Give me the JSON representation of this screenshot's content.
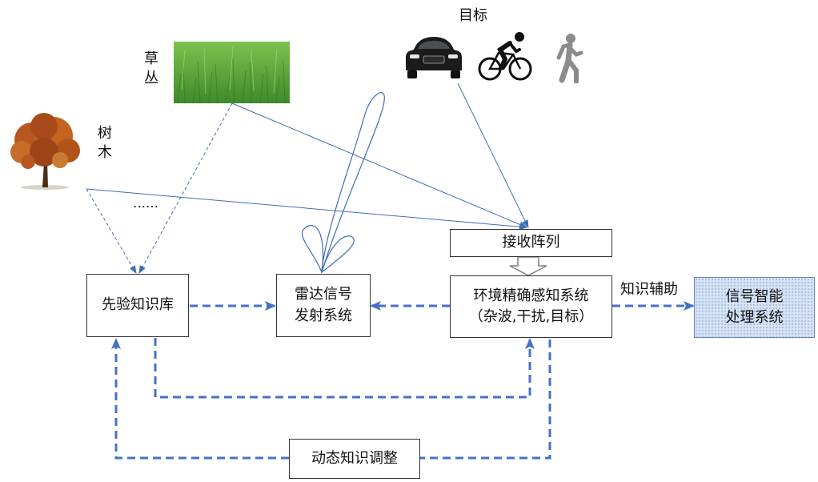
{
  "labels": {
    "grass": "草丛",
    "tree": "树木",
    "target": "目标",
    "ellipsis": "……",
    "knowledge_aid": "知识辅助"
  },
  "boxes": {
    "prior_kb": "先验知识库",
    "radar_tx_line1": "雷达信号",
    "radar_tx_line2": "发射系统",
    "rx_array": "接收阵列",
    "env_line1": "环境精确感知系统",
    "env_line2": "（杂波,干扰,目标）",
    "signal_line1": "信号智能",
    "signal_line2": "处理系统",
    "dynamic_adjust": "动态知识调整"
  },
  "colors": {
    "blue_line": "#3d6db5",
    "dashed_arrow": "#4472c4",
    "signal_box_fill": "#d6e3f6",
    "grass": "#5ea83c",
    "tree_foliage": "#b8561f"
  },
  "icons": [
    "grass-image",
    "tree-image",
    "car-icon",
    "cyclist-icon",
    "pedestrian-icon",
    "antenna-beam-pattern"
  ]
}
